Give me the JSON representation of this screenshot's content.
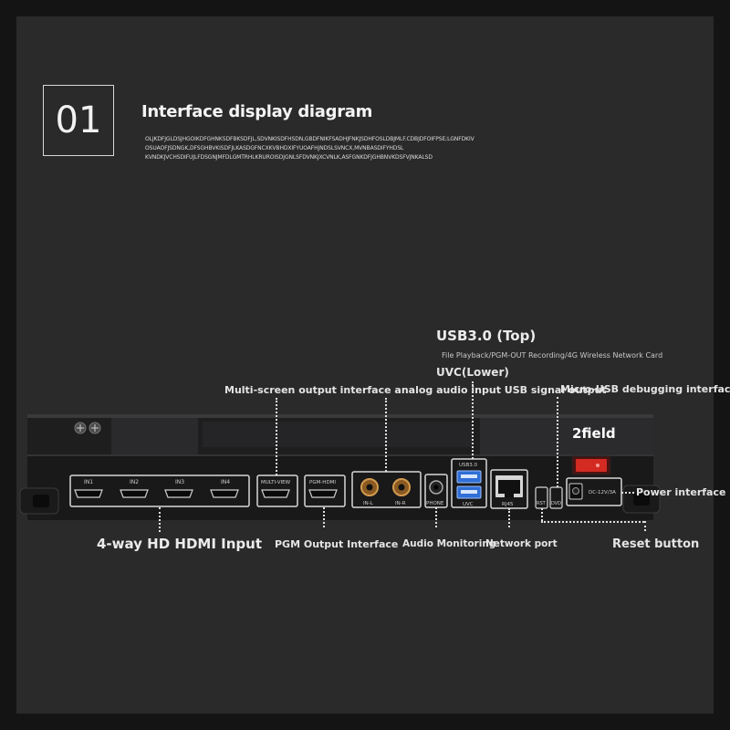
{
  "header": {
    "number": "01",
    "title": "Interface display diagram",
    "desc_lines": [
      "OLJKDFJGLDSJHGOIKDFGHNKSDFBKSDFJL,SDVNKISDFHSDN,GBDFNIKFSADHJFNKJSDHFOSLDBJMLF.CDBJDFOIFPSE;LGNFDKIV",
      "OSUAOFJSDNGK,DFSGHBVKISDFJLKASDGFNCXKVBHDXIFYUOAFHJNDSLSVNCX,MVNBASDIFYHDSL",
      "KVNDKJVCHSDIFUJLFDSGNJMFDLGMTRHLKRUROISDJGNLSFDVNKJXCVNLK,ASFGNKDFJGHBNVKDSFVJNKALSD"
    ]
  },
  "callouts": {
    "usb_top": "USB3.0 (Top)",
    "usb_top_sub": "File Playback/PGM-OUT Recording/4G Wireless Network Card",
    "uvc": "UVC(Lower)",
    "multi_screen": "Multi-screen output interface analog audio input USB signal output",
    "micro_usb": "Micro-USB debugging interface",
    "field": "2field",
    "power": "Power interface",
    "hdmi_input": "4-way HD HDMI Input",
    "pgm_output": "PGM Output Interface",
    "audio_monitoring": "Audio Monitoring",
    "network_port": "Network port",
    "reset": "Reset button"
  },
  "ports": {
    "in1": "IN1",
    "in2": "IN2",
    "in3": "IN3",
    "in4": "IN4",
    "multiview": "MULTI-VIEW",
    "pgm_hdmi": "PGM-HDMI",
    "in_l": "IN-L",
    "in_r": "IN-R",
    "phone": "PHONE",
    "usb30": "USB3.0",
    "uvc": "UVC",
    "rj45": "RJ45",
    "rst": "RST",
    "dvd": "DVD",
    "dc": "DC-12V/3A"
  },
  "colors": {
    "background": "#2a2a2b",
    "device_body": "#1b1b1c",
    "usb_blue": "#2f6fd6",
    "switch_red": "#d32b22"
  }
}
